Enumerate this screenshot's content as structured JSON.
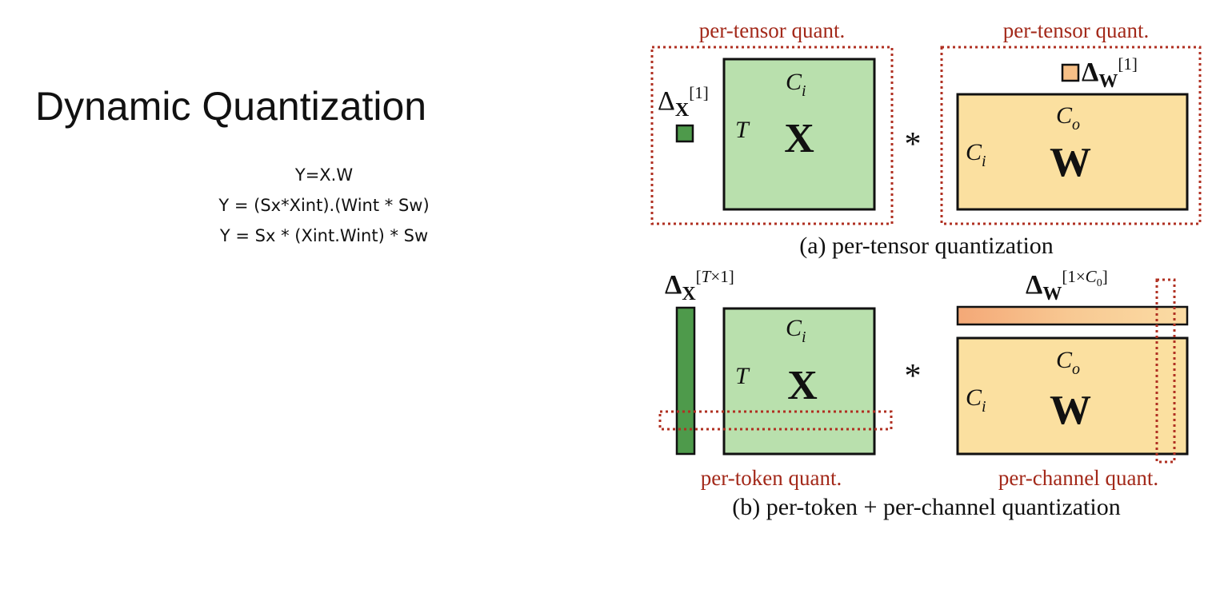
{
  "slide": {
    "title": "Dynamic Quantization",
    "equations": [
      "Y=X.W",
      "Y = (Sx*Xint).(Wint * Sw)",
      "Y = Sx * (Xint.Wint) * Sw"
    ]
  },
  "figure": {
    "top": {
      "label_left": "per-tensor quant.",
      "label_right": "per-tensor quant.",
      "caption": "(a) per-tensor quantization",
      "delta_x": {
        "sym": "Δ",
        "sub": "X",
        "sup": "[1]"
      },
      "delta_w": {
        "sym": "Δ",
        "sub": "W",
        "sup": "[1]"
      },
      "x_matrix": {
        "name": "X",
        "rows": "T",
        "cols_main": "C",
        "cols_sub": "i"
      },
      "w_matrix": {
        "name": "W",
        "rows_main": "C",
        "rows_sub": "i",
        "cols_main": "C",
        "cols_sub": "o"
      },
      "op": "*"
    },
    "bottom": {
      "label_left": "per-token quant.",
      "label_right": "per-channel quant.",
      "caption": "(b) per-token + per-channel quantization",
      "delta_x": {
        "sym": "Δ",
        "sub": "X",
        "sup_open": "[",
        "sup_var": "T",
        "sup_rest": "×1]"
      },
      "delta_w": {
        "sym": "Δ",
        "sub": "W",
        "sup_open": "[1×",
        "sup_var": "C",
        "sup_sub": "0",
        "sup_close": "]"
      },
      "x_matrix": {
        "name": "X",
        "rows": "T",
        "cols_main": "C",
        "cols_sub": "i"
      },
      "w_matrix": {
        "name": "W",
        "rows_main": "C",
        "rows_sub": "i",
        "cols_main": "C",
        "cols_sub": "o"
      },
      "op": "*"
    }
  },
  "colors": {
    "x_fill": "#b9e0ad",
    "x_scale": "#4e9a4b",
    "w_fill": "#fbe0a0",
    "w_scale_light": "#f5b27d",
    "outline": "#111111",
    "dotted": "#b03022"
  }
}
